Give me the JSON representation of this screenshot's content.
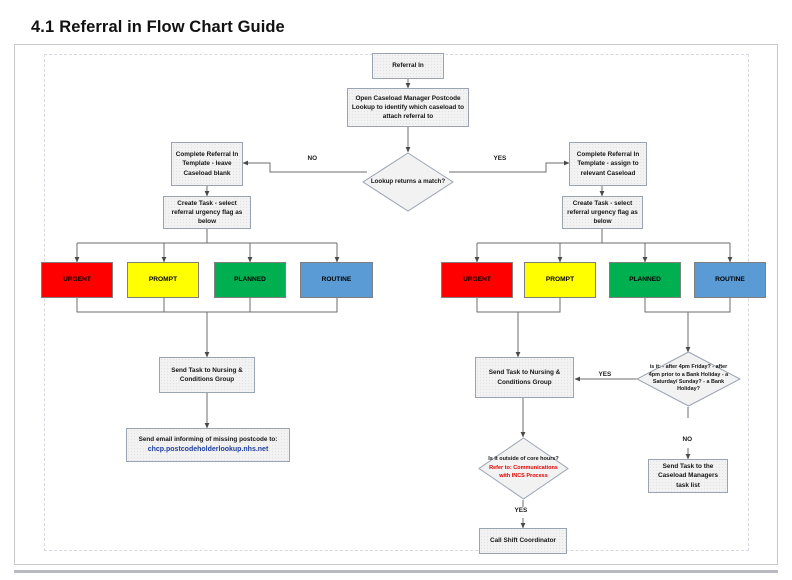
{
  "title": {
    "number": "4.1",
    "text": "Referral in Flow Chart Guide"
  },
  "colors": {
    "urgent": "#FF0000",
    "prompt": "#FFFF00",
    "planned": "#00B050",
    "routine": "#5B9BD5",
    "process_fill": "#F2F2F2",
    "link": "#1F3F9E",
    "alert_text": "#E00000"
  },
  "flow": {
    "start": "Referral In",
    "lookup_step": "Open Caseload Manager Postcode Lookup to identify which caseload to attach referral to",
    "decision_lookup": "Lookup returns a match?",
    "label_no": "NO",
    "label_yes": "YES",
    "left": {
      "template": "Complete Referral In Template - leave Caseload blank",
      "create_task": "Create Task - select referral  urgency flag as below",
      "urgency": [
        {
          "name": "URGENT",
          "color": "#FF0000"
        },
        {
          "name": "PROMPT",
          "color": "#FFFF00"
        },
        {
          "name": "PLANNED",
          "color": "#00B050"
        },
        {
          "name": "ROUTINE",
          "color": "#5B9BD5"
        }
      ],
      "send_task": "Send Task to Nursing & Conditions Group",
      "email_prefix": "Send email informing of missing postcode to:",
      "email_address": "chcp.postcodeholderlookup.nhs.net"
    },
    "right": {
      "template": "Complete Referral In Template - assign to relevant Caseload",
      "create_task": "Create Task - select referral urgency flag as below",
      "urgency": [
        {
          "name": "URGENT",
          "color": "#FF0000"
        },
        {
          "name": "PROMPT",
          "color": "#FFFF00"
        },
        {
          "name": "PLANNED",
          "color": "#00B050"
        },
        {
          "name": "ROUTINE",
          "color": "#5B9BD5"
        }
      ],
      "send_task": "Send Task to Nursing & Conditions Group",
      "decision_out_of_hours": "is it: - after 4pm Friday? - after 4pm prior to a Bank Holiday - a Saturday/ Sunday? - a  Bank Holiday?",
      "label_yes": "YES",
      "label_no": "NO",
      "caseload_managers": "Send Task to the Caseload Managers task list",
      "decision_core_hours": "Is it outside of core hours?",
      "core_hours_note": "Refer to: Communications with INCS Process",
      "label_core_yes": "YES",
      "call_shift": "Call Shift Coordinator"
    }
  }
}
